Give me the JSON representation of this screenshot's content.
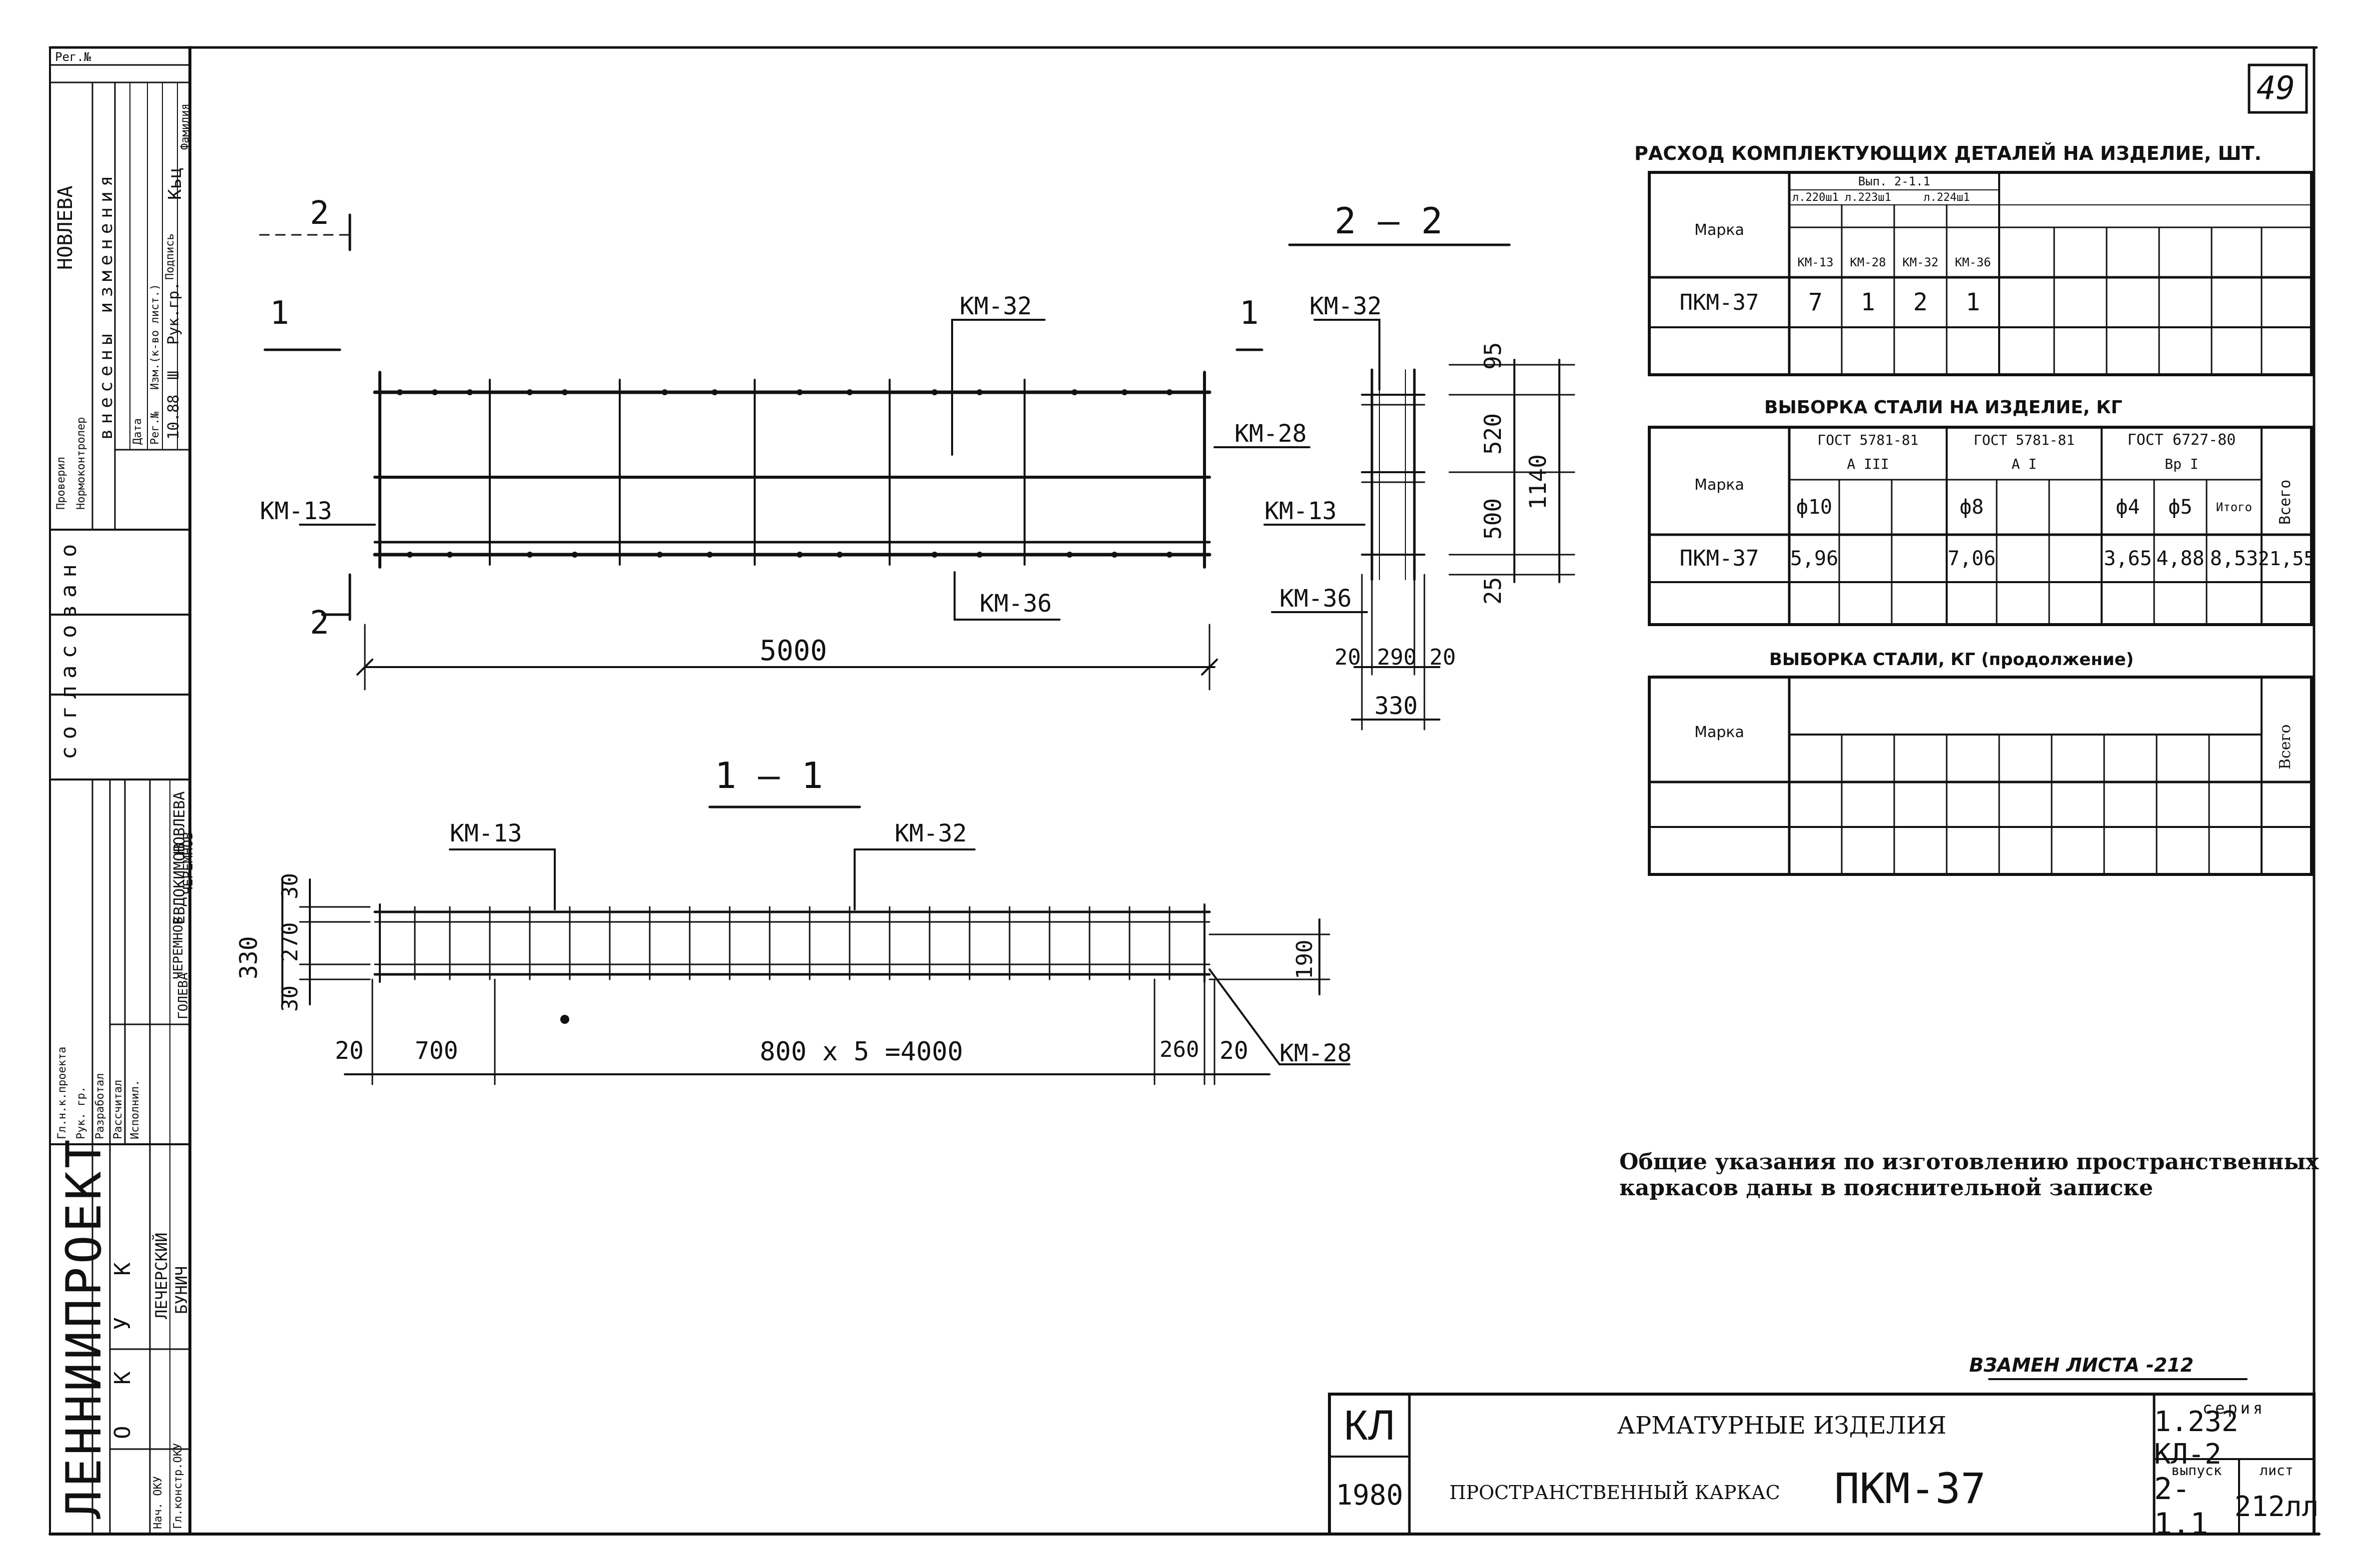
{
  "sheet_number": "49",
  "stamp": {
    "reg_no": "Рег.№",
    "org": "ЛЕННИИПРОЕКТ",
    "okuk": "О К У К",
    "rows": [
      {
        "role": "Гл.н.к.проекта",
        "name": "ЕВДОКИМОВ"
      },
      {
        "role": "Рук. гр.",
        "name": "НОВЛЕВА"
      },
      {
        "role": "Разработал",
        "name": "ЧЕРЕМНОВ"
      },
      {
        "role": "Рассчитал",
        "name": "ГОЛЕВА"
      },
      {
        "role": "Исполнил.",
        "name": "ЧЕРЕМНОВ"
      },
      {
        "role": "Нач. ОКУ",
        "name": "ЛЕЧЕРСКИЙ"
      },
      {
        "role": "Гл.констр.ОКУ",
        "name": "БУНИЧ"
      }
    ],
    "agreed": "согласовано",
    "checked": "Проверил",
    "norm_control": "Нормоконтролер",
    "checker_name": "НОВЛЕВА",
    "changes": "внесены изменения",
    "change_cols": [
      "Дата",
      "Рег.№",
      "Изм.(к-во лист.)",
      "Подпись",
      "Фамилия"
    ],
    "change_row": [
      "10.88",
      "Ш",
      "Рук.гр.",
      "",
      "Кьц"
    ]
  },
  "section_2_2_top": "2 — 2",
  "section_1_1": "1 — 1",
  "cut_marks": {
    "one": "1",
    "two": "2"
  },
  "elev": {
    "labels": {
      "km32": "КМ-32",
      "km28": "КМ-28",
      "km13": "КМ-13",
      "km36": "КМ-36"
    },
    "length": "5000"
  },
  "section22": {
    "labels": {
      "km32": "КМ-32",
      "km13": "КМ-13",
      "km36": "КМ-36"
    },
    "dims": {
      "top": "95",
      "mid1": "520",
      "mid2": "500",
      "bot": "25",
      "total": "1140",
      "w_left": "20",
      "w_mid": "290",
      "w_right": "20",
      "w_total": "330"
    }
  },
  "section11": {
    "labels": {
      "km13": "КМ-13",
      "km32": "КМ-32",
      "km28": "КМ-28"
    },
    "dims": {
      "h_total": "330",
      "h_top": "30",
      "h_mid": "270",
      "h_bot": "30",
      "h_right": "190",
      "d20a": "20",
      "d700": "700",
      "d_mid": "800 x 5 =4000",
      "d260": "260",
      "d20b": "20"
    }
  },
  "table1": {
    "title": "РАСХОД КОМПЛЕКТУЮЩИХ ДЕТАЛЕЙ НА ИЗДЕЛИЕ, ШТ.",
    "marka": "Марка",
    "issue": "Вып. 2-1.1",
    "sheets": [
      "л.220ш1",
      "л.223ш1",
      "л.224ш1"
    ],
    "cols": [
      "КМ-13",
      "КМ-28",
      "КМ-32",
      "КМ-36"
    ],
    "row": {
      "mark": "ПКМ-37",
      "values": [
        "7",
        "1",
        "2",
        "1"
      ]
    }
  },
  "table2": {
    "title": "ВЫБОРКА СТАЛИ НА ИЗДЕЛИЕ, КГ",
    "marka": "Марка",
    "gost1": "ГОСТ 5781-81",
    "cls1": "А III",
    "gost2": "ГОСТ 5781-81",
    "cls2": "А I",
    "gost3": "ГОСТ 6727-80",
    "cls3": "Вр I",
    "total": "Всего",
    "cols": [
      "ф10",
      "",
      "",
      "ф8",
      "",
      "",
      "ф4",
      "ф5",
      "Итого"
    ],
    "row": {
      "mark": "ПКМ-37",
      "values": [
        "5,96",
        "",
        "",
        "7,06",
        "",
        "",
        "3,65",
        "4,88",
        "8,53"
      ],
      "total": "21,55"
    }
  },
  "table3": {
    "title": "ВЫБОРКА СТАЛИ, КГ (продолжение)",
    "marka": "Марка",
    "total": "Всего"
  },
  "notes": [
    "Общие указания по изготовлению пространственных",
    "каркасов даны в пояснительной записке"
  ],
  "replaces": "ВЗАМЕН ЛИСТА -212",
  "title_block": {
    "code": "КЛ",
    "year": "1980",
    "title": "АРМАТУРНЫЕ ИЗДЕЛИЯ",
    "subtitle": "ПРОСТРАНСТВЕННЫЙ КАРКАС",
    "product": "ПКМ-37",
    "series_label": "серия",
    "series": "1.232 КЛ-2",
    "issue_label": "выпуск",
    "issue": "2-1.1",
    "sheet_label": "лист",
    "sheet": "212лл"
  }
}
